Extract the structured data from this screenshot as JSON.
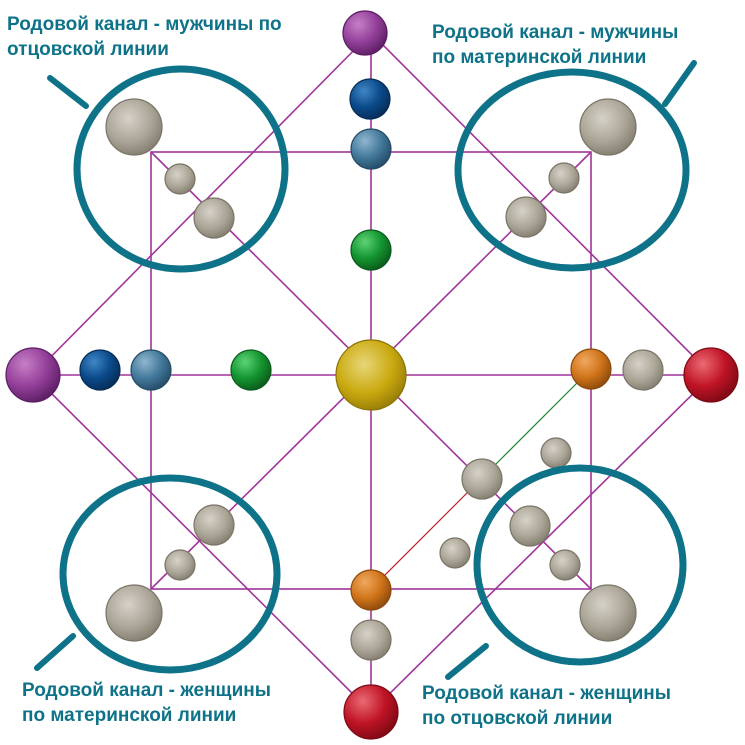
{
  "labels": {
    "top_left": {
      "line1": "Родовой канал - мужчины по",
      "line2": "отцовской линии"
    },
    "top_right": {
      "line1": "Родовой канал - мужчины",
      "line2": "по материнской линии"
    },
    "bottom_left": {
      "line1": "Родовой канал - женщины",
      "line2": "по материнской линии"
    },
    "bottom_right": {
      "line1": "Родовой канал - женщины",
      "line2": "по отцовской линии"
    }
  },
  "colors": {
    "line": "#a0349a",
    "ring": "#0e7388",
    "label_text": "#0e7388",
    "purple": "#8e3a94",
    "dark_blue": "#0b4a8a",
    "steel_blue": "#3f7597",
    "green": "#13942e",
    "gold": "#c9a90f",
    "orange": "#d0741a",
    "red": "#bf1425",
    "grey": "#aaa598",
    "green_line": "#1d8a2e",
    "red_line": "#c0202a"
  }
}
